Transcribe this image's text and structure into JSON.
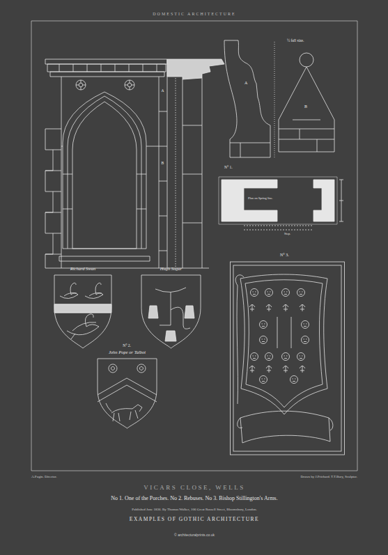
{
  "diagram": {
    "title": "VICARS CLOSE, WELLS",
    "caption": "No 1. One of the Porches. No 2. Rebuses. No 3. Bishop Stillington's Arms.",
    "nodes": [
      {
        "text": [
          "Richard Swan"
        ]
      },
      {
        "text": [
          "Hugh Sugar"
        ]
      },
      {
        "text": [
          "N° 3."
        ]
      },
      {
        "text": [
          "John Pope or Talbot"
        ]
      }
    ],
    "labels": [
      "DOMESTIC ARCHITECTURE",
      "½ full size.",
      "A",
      "B",
      "A",
      "B",
      "N° 1.",
      "Plan on Spring line.",
      "Step.",
      "N° 2.",
      "A.Pugin. Director.",
      "Drawn by J.Prichard. T.T.Bury, Sculptor.",
      "Published June 1836. By Thomas Walker, 106 Great Russell Street, Bloomsbury, London.",
      "EXAMPLES OF GOTHIC ARCHITECTURE",
      "© architecturalprints.co.uk"
    ]
  }
}
